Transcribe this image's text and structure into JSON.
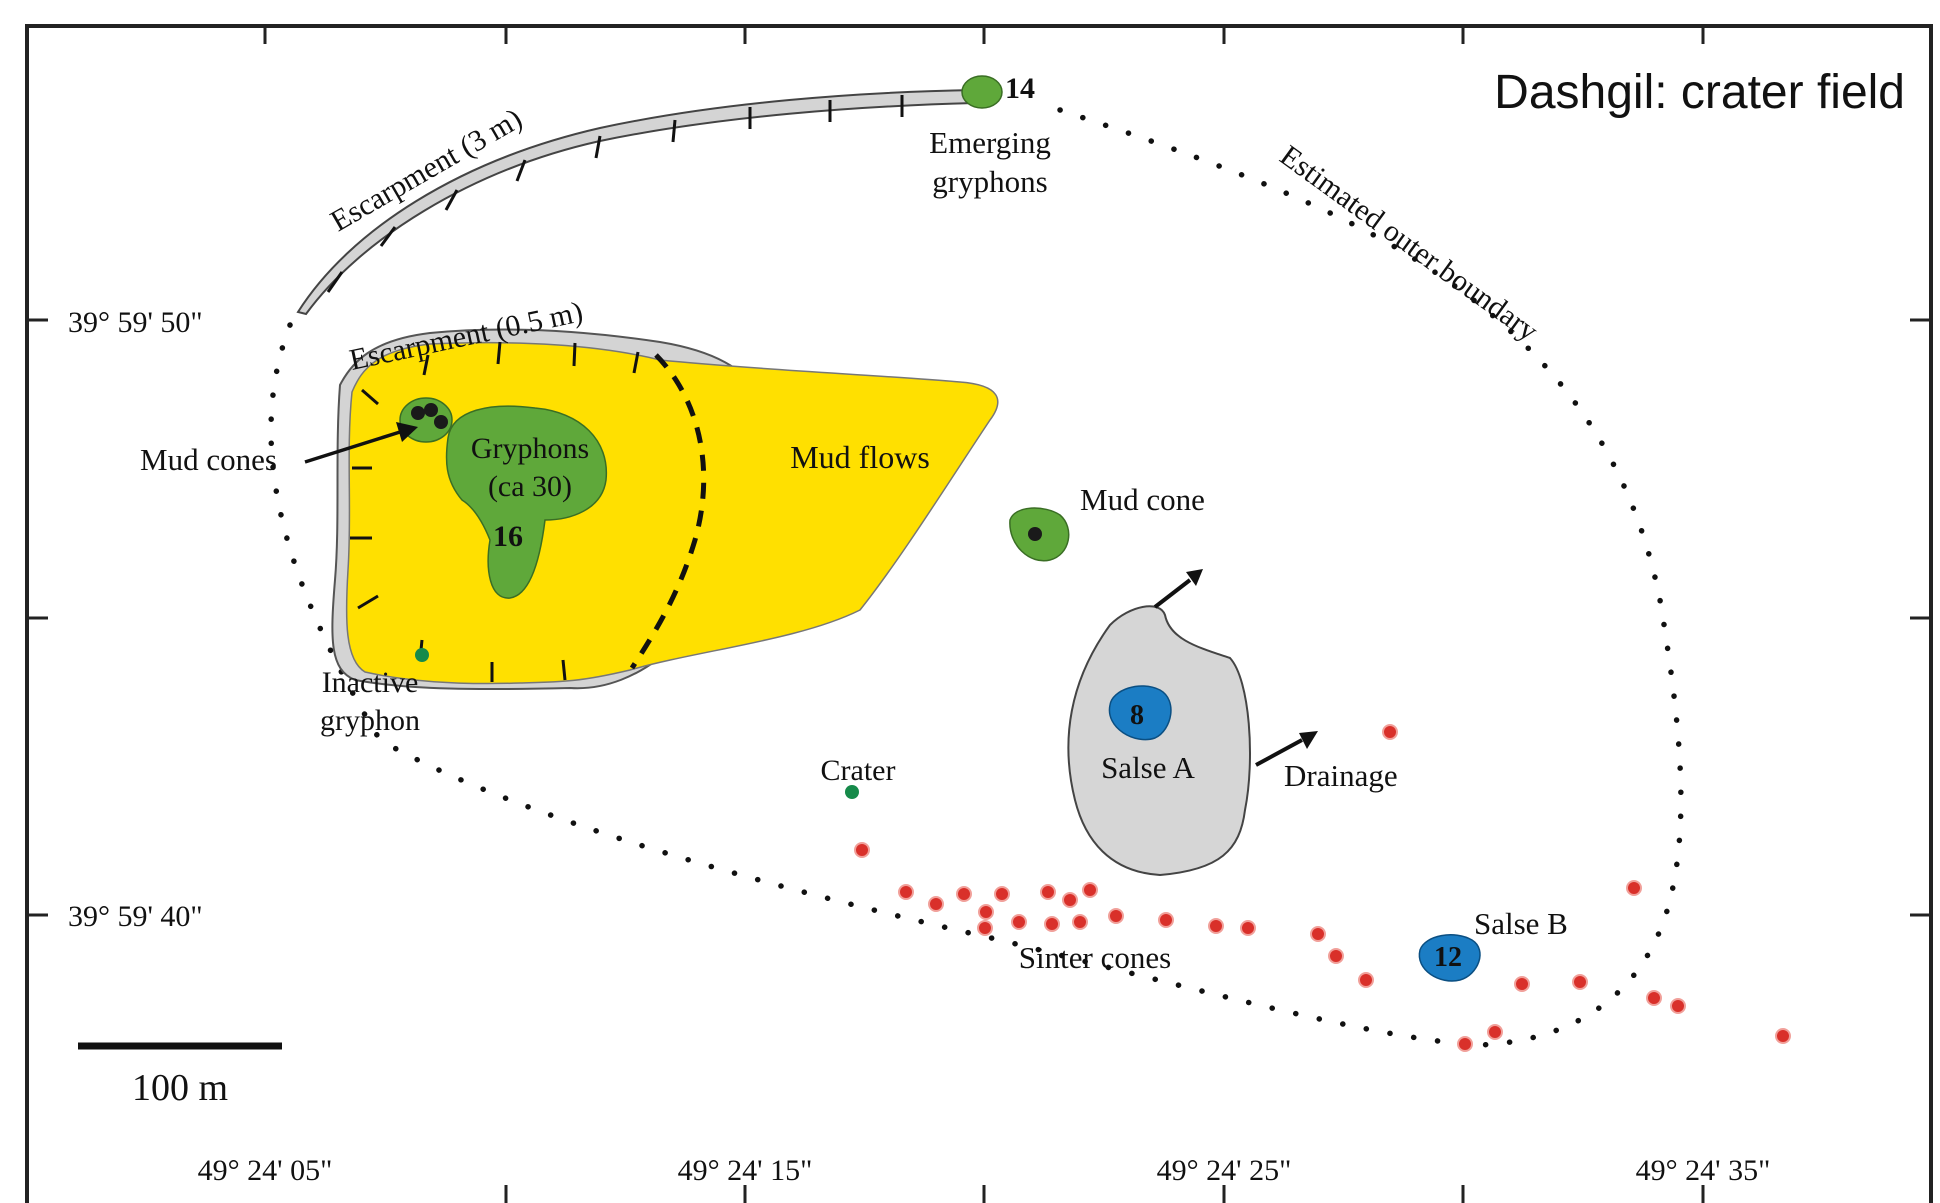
{
  "title": "Dashgil: crater field",
  "coords": {
    "lat_upper": "39° 59' 50\"",
    "lat_lower": "39° 59' 40\"",
    "lon_1": "49° 24' 05\"",
    "lon_2": "49° 24' 15\"",
    "lon_3": "49° 24' 25\"",
    "lon_4": "49° 24' 35\""
  },
  "labels": {
    "escarpment_outer": "Escarpment (3 m)",
    "escarpment_inner": "Escarpment (0.5  m)",
    "boundary": "Estimated outer boundary",
    "emerging_1": "Emerging",
    "emerging_2": "gryphons",
    "num_14": "14",
    "mud_cones": "Mud cones",
    "gryphons_1": "Gryphons",
    "gryphons_2": "(ca 30)",
    "num_16": "16",
    "mud_flows": "Mud flows",
    "mud_cone": "Mud cone",
    "inactive_1": "Inactive",
    "inactive_2": "gryphon",
    "crater": "Crater",
    "num_8": "8",
    "salse_a": "Salse A",
    "drainage": "Drainage",
    "salse_b": "Salse B",
    "num_12": "12",
    "sinter_cones": "Sinter cones",
    "scale": "100 m"
  },
  "colors": {
    "mud_flows": "#ffe000",
    "gryphons": "#5fa83a",
    "escarpment": "#d4d4d4",
    "salse": "#d6d6d6",
    "water": "#1b7dc4",
    "sinter": "#d9302a",
    "crater": "#168a4a"
  }
}
